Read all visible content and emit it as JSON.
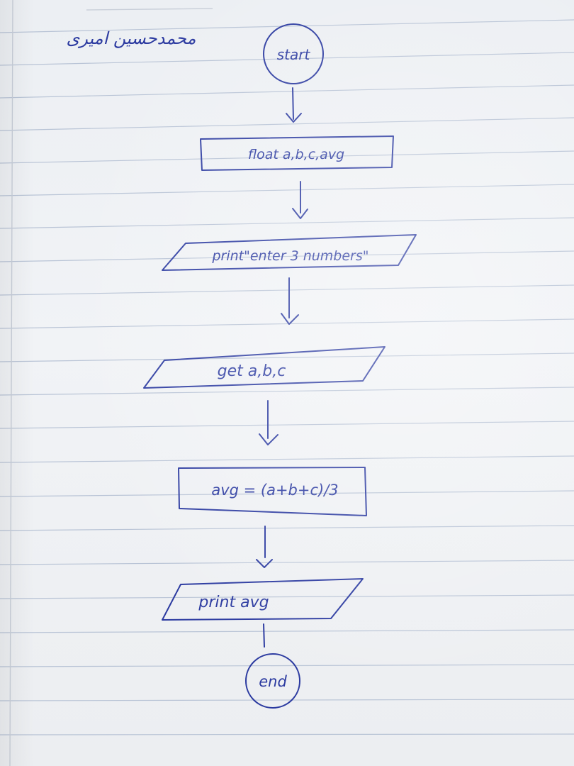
{
  "author_name": "محمدحسین امیری",
  "flowchart": {
    "start": "start",
    "declare": "float a,b,c,avg",
    "print_prompt": "print\"enter 3 numbers\"",
    "input": "get a,b,c",
    "compute": "avg = (a+b+c)/3",
    "output": "print avg",
    "end": "end"
  },
  "colors": {
    "ink": "#2b3aa0",
    "ruled_line": "#b9c4d6",
    "paper": "#eef0f3"
  }
}
